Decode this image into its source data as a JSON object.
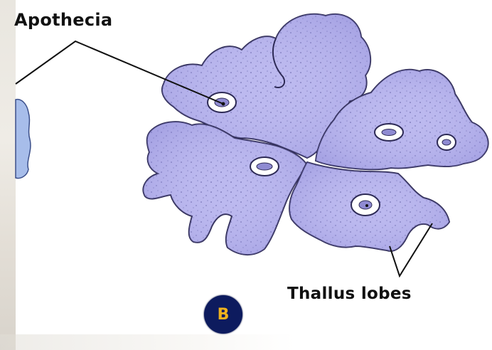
{
  "labels": {
    "apothecia": "Apothecia",
    "thallus_lobes": "Thallus lobes",
    "badge": "B"
  },
  "colors": {
    "lobe_fill": "#b9b6ee",
    "lobe_stroke": "#2d2a55",
    "badge_bg": "#0d1b5e",
    "badge_text": "#f0b21d",
    "cut_off_specimen": "#9fb5e6"
  }
}
